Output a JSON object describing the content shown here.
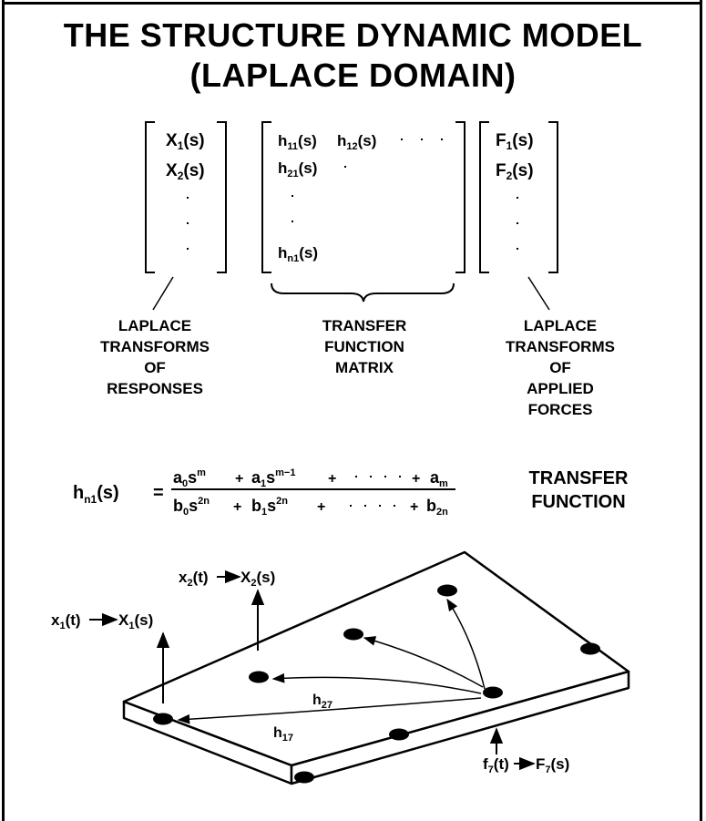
{
  "title": {
    "line1": "THE STRUCTURE DYNAMIC MODEL",
    "line2": "(LAPLACE DOMAIN)"
  },
  "matrix_x": {
    "entries": [
      "X",
      "X"
    ],
    "subs": [
      "1",
      "2"
    ],
    "arg": "(s)"
  },
  "matrix_h": {
    "row1": [
      "h",
      "h"
    ],
    "row1_subs": [
      "11",
      "12"
    ],
    "row2_sub": "21",
    "rown_sub": "n1",
    "entry_base": "h",
    "arg": "(s)"
  },
  "matrix_f": {
    "entries": [
      "F",
      "F"
    ],
    "subs": [
      "1",
      "2"
    ],
    "arg": "(s)"
  },
  "captions": {
    "left": [
      "LAPLACE",
      "TRANSFORMS",
      "OF",
      "RESPONSES"
    ],
    "middle": [
      "TRANSFER",
      "FUNCTION",
      "MATRIX"
    ],
    "right": [
      "LAPLACE",
      "TRANSFORMS",
      "OF",
      "APPLIED",
      "FORCES"
    ]
  },
  "equation": {
    "lhs_base": "h",
    "lhs_sub": "n1",
    "lhs_arg": "(s)",
    "equals": "=",
    "numerator": {
      "a0": "a",
      "a0_sub": "0",
      "s": "s",
      "m_sup": "m",
      "plus": "+",
      "a1": "a",
      "a1_sub": "1",
      "m1_sup": "m−1",
      "am": "a",
      "am_sub": "m"
    },
    "denominator": {
      "b0": "b",
      "b0_sub": "0",
      "s": "s",
      "sup": "2n",
      "plus": "+",
      "b1": "b",
      "b1_sub": "1",
      "b2n": "b",
      "b2n_sub": "2n"
    },
    "label_line1": "TRANSFER",
    "label_line2": "FUNCTION"
  },
  "plate": {
    "x2_label_a": "x",
    "x2_label_a_sub": "2",
    "x2_label_b": "(t)",
    "X2_label": "X",
    "X2_label_sub": "2",
    "X2_arg": "(s)",
    "x1_label_a": "x",
    "x1_label_a_sub": "1",
    "x1_label_b": "(t)",
    "X1_label": "X",
    "X1_label_sub": "1",
    "X1_arg": "(s)",
    "h27": "h",
    "h27_sub": "27",
    "h17": "h",
    "h17_sub": "17",
    "f7_label": "f",
    "f7_sub": "7",
    "f7_arg": "(t)",
    "F7_label": "F",
    "F7_sub": "7",
    "F7_arg": "(s)"
  }
}
